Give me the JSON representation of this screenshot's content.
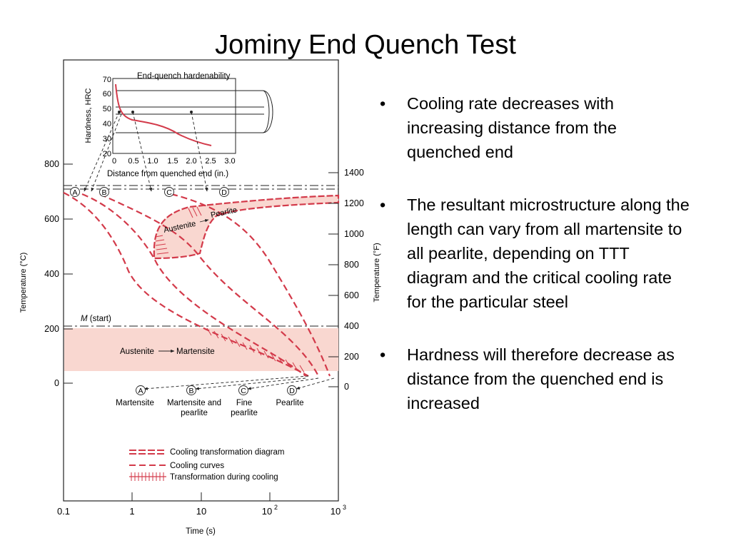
{
  "slide": {
    "title": "Jominy End Quench Test",
    "bullets": [
      "Cooling rate decreases with increasing distance from the quenched end",
      "The resultant microstructure along the length can vary from all martensite to all pearlite, depending on TTT diagram and the critical cooling rate for the particular steel",
      "Hardness will therefore decrease as distance from the quenched end is increased"
    ],
    "bullet_glyph": "•"
  },
  "diagram": {
    "inset": {
      "title": "End-quench hardenability",
      "ylabel": "Hardness, HRC",
      "xlabel": "Distance from quenched end (in.)",
      "yticks": [
        "70",
        "60",
        "50",
        "40",
        "30",
        "20"
      ],
      "xticks": [
        "0",
        "0.5",
        "1.0",
        "1.5",
        "2.0",
        "2.5",
        "3.0"
      ]
    },
    "left_axis_label": "Temperature (°C)",
    "right_axis_label": "Temperature (°F)",
    "left_ticks": [
      "800",
      "600",
      "400",
      "200",
      "0"
    ],
    "right_ticks": [
      "1400",
      "1200",
      "1000",
      "800",
      "600",
      "400",
      "200",
      "0"
    ],
    "x_axis_label": "Time (s)",
    "x_ticks": [
      "0.1",
      "1",
      "10",
      "10",
      "10"
    ],
    "x_tick_exponents": [
      "2",
      "3"
    ],
    "curve_letters": [
      "A",
      "B",
      "C",
      "D"
    ],
    "ms_label_italic": "M",
    "ms_label_rest": " (start)",
    "region_austenite_pearlite_a": "Austenite",
    "region_austenite_pearlite_b": "Pearlite",
    "region_austenite_martensite_a": "Austenite",
    "region_austenite_martensite_b": "Martensite",
    "products": [
      {
        "letter": "A",
        "line1": "Martensite",
        "line2": ""
      },
      {
        "letter": "B",
        "line1": "Martensite and",
        "line2": "pearlite"
      },
      {
        "letter": "C",
        "line1": "Fine",
        "line2": "pearlite"
      },
      {
        "letter": "D",
        "line1": "Pearlite",
        "line2": ""
      }
    ],
    "legend": [
      "Cooling transformation diagram",
      "Cooling curves",
      "Transformation during cooling"
    ],
    "colors": {
      "curve": "#d33a4a",
      "region_fill": "#f9d7d0",
      "region_dark": "#f5b5aa",
      "frame": "#222222"
    }
  }
}
